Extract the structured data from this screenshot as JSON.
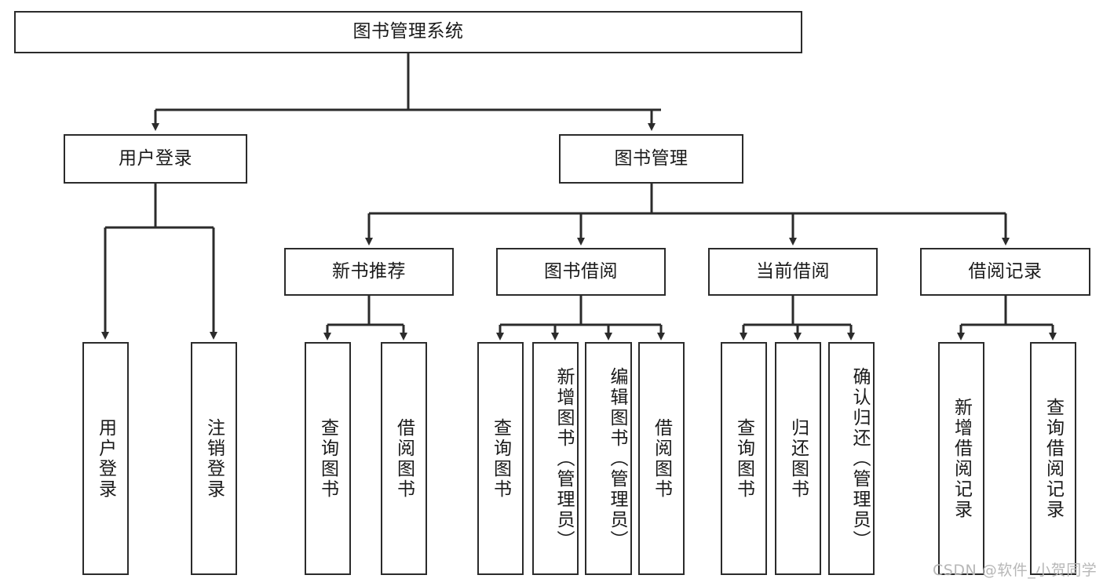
{
  "diagram": {
    "type": "tree-hierarchy",
    "title": "图书管理系统",
    "watermark": "CSDN @软件_小贺同学",
    "colors": {
      "stroke": "#2b2b2b",
      "fill": "#ffffff",
      "text": "#1a1a1a",
      "watermark": "#b7b7b7"
    },
    "nodes": {
      "root": {
        "label": "图书管理系统",
        "level": 0,
        "orientation": "horizontal"
      },
      "level1": [
        {
          "id": "user-login",
          "label": "用户登录",
          "orientation": "horizontal"
        },
        {
          "id": "book-management",
          "label": "图书管理",
          "orientation": "horizontal"
        }
      ],
      "level2": [
        {
          "id": "new-book-recommend",
          "label": "新书推荐",
          "orientation": "horizontal",
          "parent": "book-management"
        },
        {
          "id": "book-borrow",
          "label": "图书借阅",
          "orientation": "horizontal",
          "parent": "book-management"
        },
        {
          "id": "current-borrow",
          "label": "当前借阅",
          "orientation": "horizontal",
          "parent": "book-management"
        },
        {
          "id": "borrow-record",
          "label": "借阅记录",
          "orientation": "horizontal",
          "parent": "book-management"
        }
      ],
      "leaves": [
        {
          "id": "leaf-user-login",
          "label": "用户登录",
          "parent": "user-login",
          "orientation": "vertical",
          "align": "center"
        },
        {
          "id": "leaf-logout-login",
          "label": "注销登录",
          "parent": "user-login",
          "orientation": "vertical",
          "align": "center"
        },
        {
          "id": "leaf-query-book-1",
          "label": "查询图书",
          "parent": "new-book-recommend",
          "orientation": "vertical",
          "align": "center"
        },
        {
          "id": "leaf-borrow-book-1",
          "label": "借阅图书",
          "parent": "new-book-recommend",
          "orientation": "vertical",
          "align": "center"
        },
        {
          "id": "leaf-query-book-2",
          "label": "查询图书",
          "parent": "book-borrow",
          "orientation": "vertical",
          "align": "center"
        },
        {
          "id": "leaf-add-book",
          "label": "新增图书（管理员）",
          "parent": "book-borrow",
          "orientation": "vertical",
          "align": "top"
        },
        {
          "id": "leaf-edit-book",
          "label": "编辑图书（管理员）",
          "parent": "book-borrow",
          "orientation": "vertical",
          "align": "top"
        },
        {
          "id": "leaf-borrow-book-2",
          "label": "借阅图书",
          "parent": "book-borrow",
          "orientation": "vertical",
          "align": "center"
        },
        {
          "id": "leaf-query-book-3",
          "label": "查询图书",
          "parent": "current-borrow",
          "orientation": "vertical",
          "align": "center"
        },
        {
          "id": "leaf-return-book",
          "label": "归还图书",
          "parent": "current-borrow",
          "orientation": "vertical",
          "align": "center"
        },
        {
          "id": "leaf-confirm-return",
          "label": "确认归还（管理员）",
          "parent": "current-borrow",
          "orientation": "vertical",
          "align": "top"
        },
        {
          "id": "leaf-add-record",
          "label": "新增借阅记录",
          "parent": "borrow-record",
          "orientation": "vertical",
          "align": "center"
        },
        {
          "id": "leaf-query-record",
          "label": "查询借阅记录",
          "parent": "borrow-record",
          "orientation": "vertical",
          "align": "center"
        }
      ]
    }
  }
}
